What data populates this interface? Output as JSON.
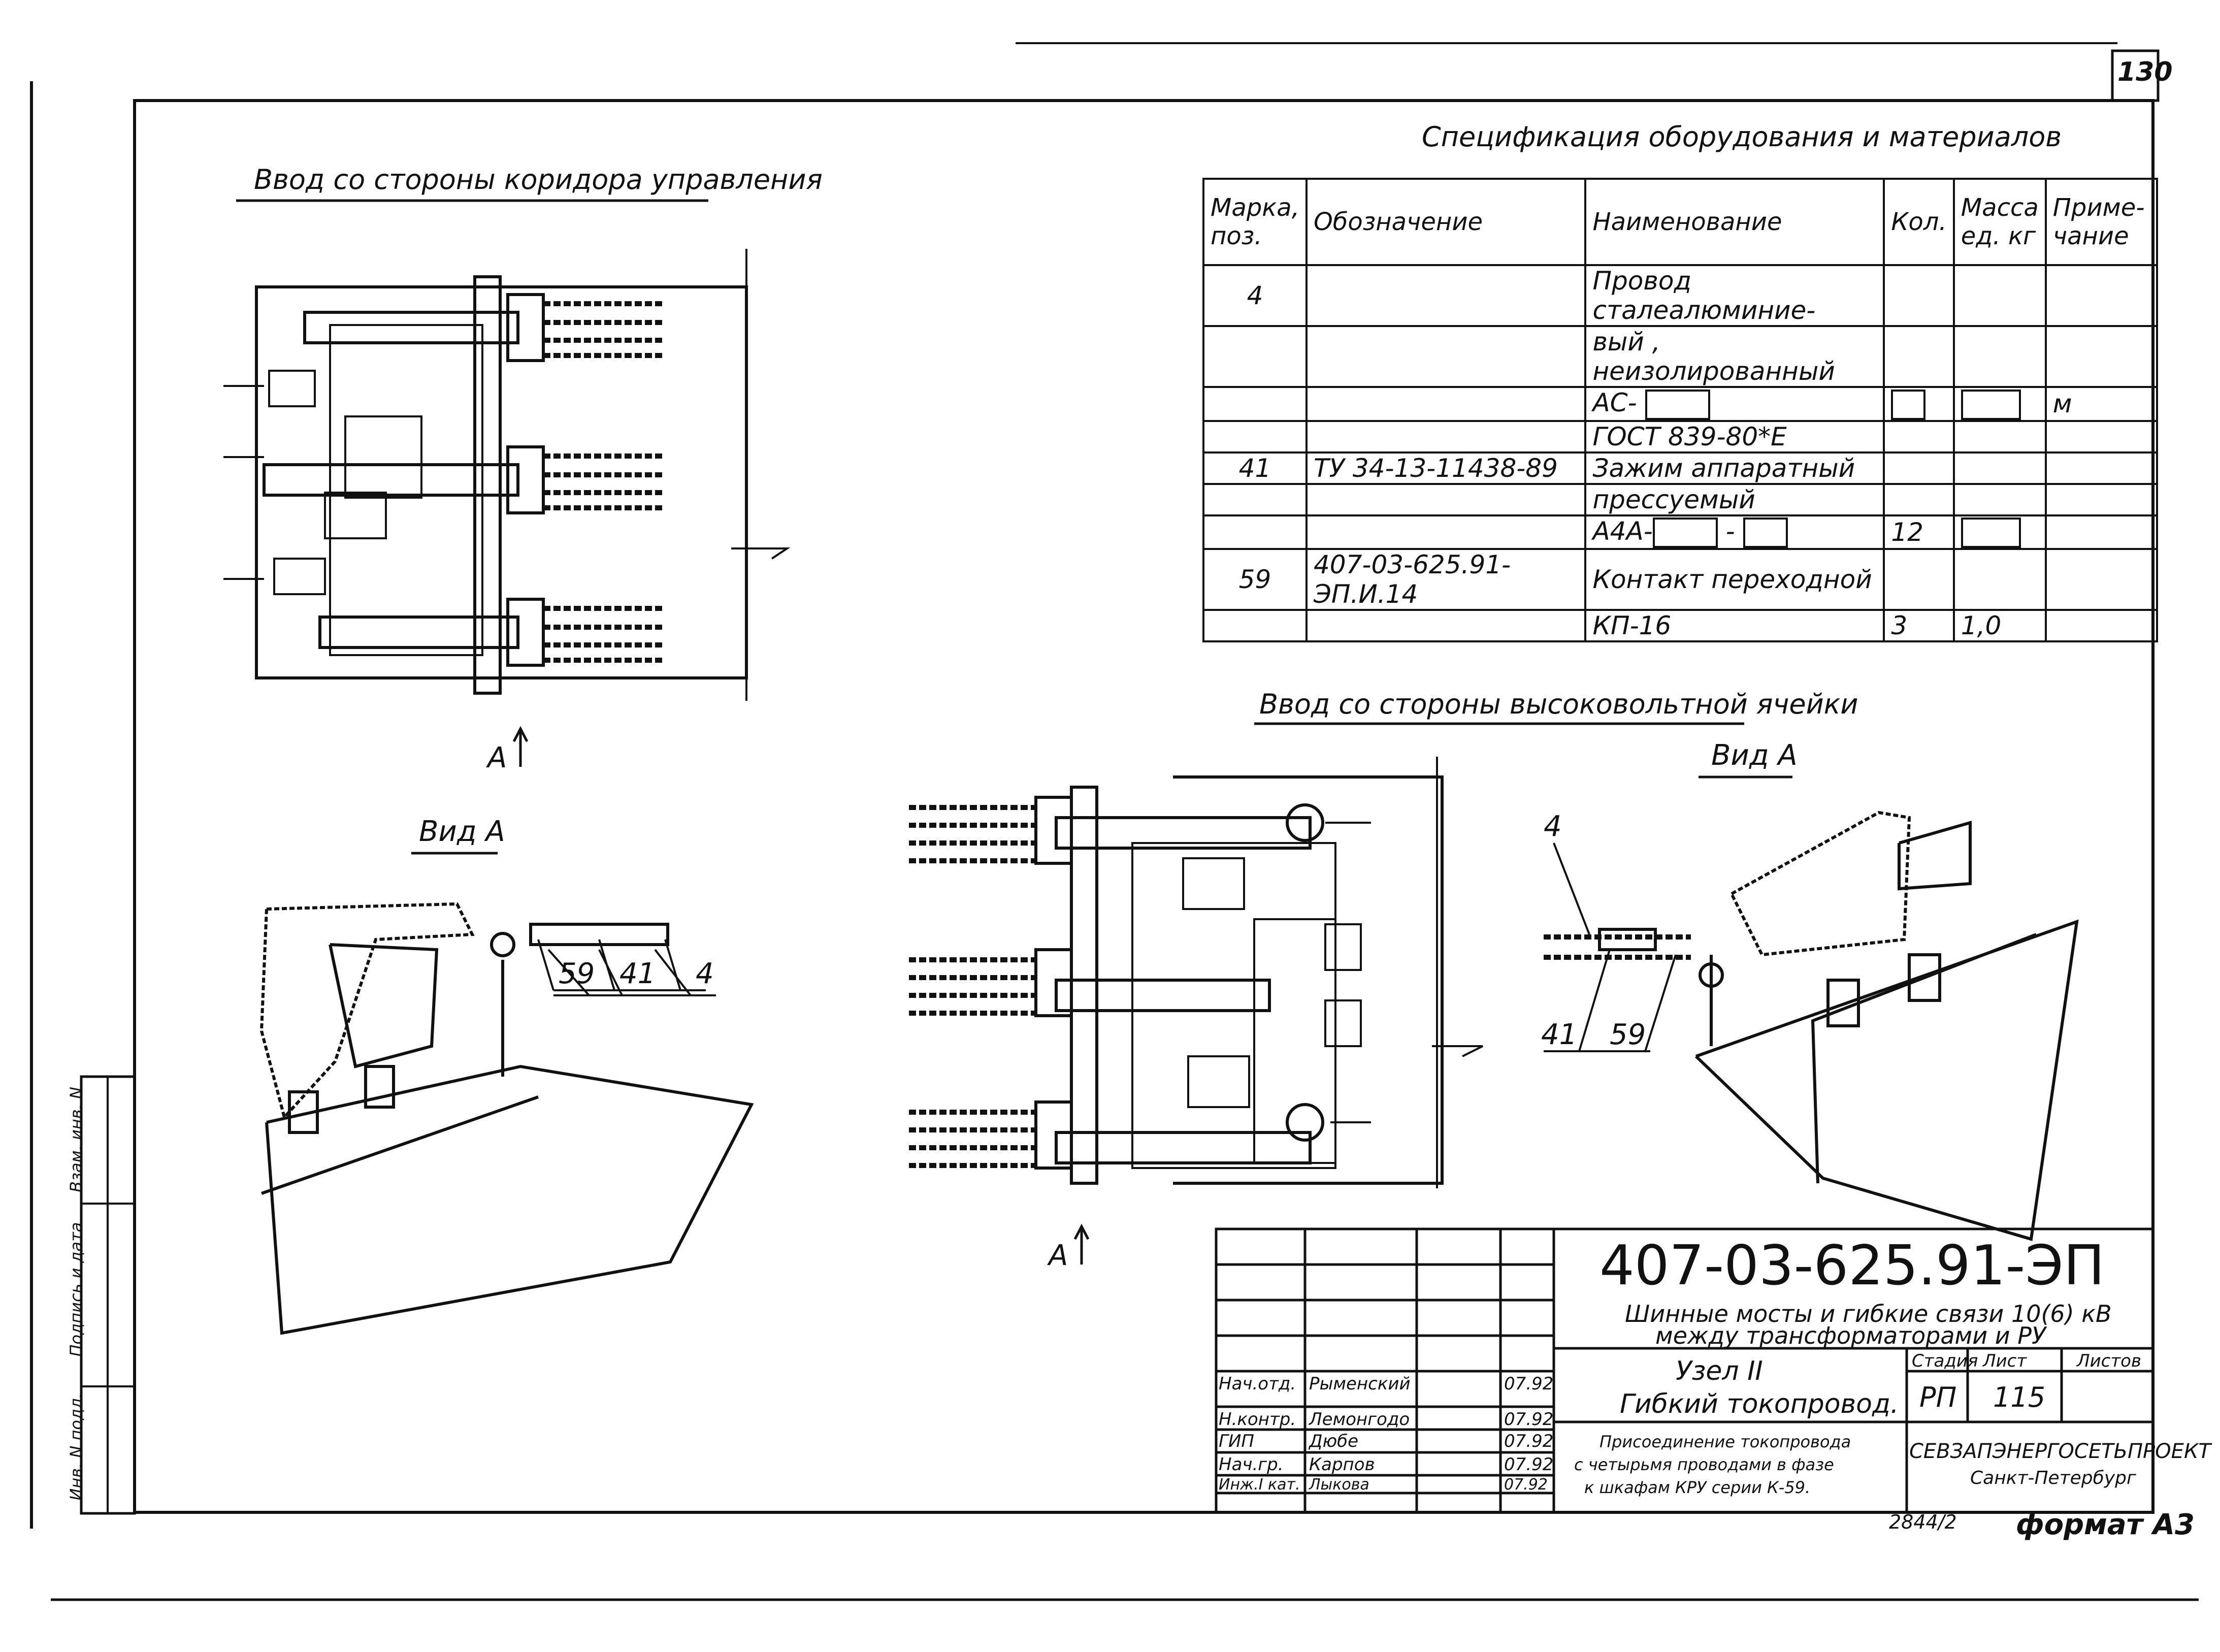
{
  "sheet": {
    "page_number": "130",
    "format": "формат А3",
    "copy_number": "2844/2"
  },
  "titles": {
    "spec_title": "Спецификация оборудования и материалов",
    "left_view_title": "Ввод со стороны коридора управления",
    "right_view_title": "Ввод со стороны высоковольтной ячейки",
    "vid_a_left": "Вид А",
    "vid_a_right": "Вид А",
    "arrow_label_left": "А",
    "arrow_label_center": "А"
  },
  "callouts": {
    "left": [
      "59",
      "41",
      "4"
    ],
    "right": [
      "4",
      "41",
      "59"
    ]
  },
  "spec_table": {
    "headers": [
      "Марка, поз.",
      "Обозначение",
      "Наименование",
      "Кол.",
      "Масса ед. кг",
      "Приме- чание"
    ],
    "rows": [
      {
        "pos": "4",
        "designation": "",
        "name": "Провод сталеалюминие-",
        "qty": "",
        "mass": "",
        "note": ""
      },
      {
        "pos": "",
        "designation": "",
        "name": "вый , неизолированный",
        "qty": "",
        "mass": "",
        "note": ""
      },
      {
        "pos": "",
        "designation": "",
        "name": "АС-",
        "qty": "",
        "mass": "",
        "note": "м"
      },
      {
        "pos": "",
        "designation": "",
        "name": "ГОСТ 839-80*Е",
        "qty": "",
        "mass": "",
        "note": ""
      },
      {
        "pos": "41",
        "designation": "ТУ 34-13-11438-89",
        "name": "Зажим аппаратный",
        "qty": "",
        "mass": "",
        "note": ""
      },
      {
        "pos": "",
        "designation": "",
        "name": "прессуемый",
        "qty": "",
        "mass": "",
        "note": ""
      },
      {
        "pos": "",
        "designation": "",
        "name": "А4А-",
        "qty": "12",
        "mass": "",
        "note": ""
      },
      {
        "pos": "59",
        "designation": "407-03-625.91-ЭП.И.14",
        "name": "Контакт переходной",
        "qty": "",
        "mass": "",
        "note": ""
      },
      {
        "pos": "",
        "designation": "",
        "name": "КП-16",
        "qty": "3",
        "mass": "1,0",
        "note": ""
      }
    ]
  },
  "title_block": {
    "doc_code": "407-03-625.91-ЭП",
    "subtitle_line1": "Шинные мосты и гибкие связи 10(6) кВ",
    "subtitle_line2": "между трансформаторами и РУ",
    "node_line1": "Узел  II",
    "node_line2": "Гибкий токопровод.",
    "description_line1": "Присоединение токопровода",
    "description_line2": "с четырьмя проводами в фазе",
    "description_line3": "к шкафам КРУ серии К-59.",
    "stage_label": "Стадия",
    "sheet_label": "Лист",
    "sheets_label": "Листов",
    "stage_value": "РП",
    "sheet_value": "115",
    "organization_line1": "СЕВЗАПЭНЕРГОСЕТЬПРОЕКТ",
    "organization_line2": "Санкт-Петербург",
    "signatures": [
      {
        "role": "Нач.отд.",
        "name": "Рыменский",
        "date": "07.92"
      },
      {
        "role": "Н.контр.",
        "name": "Лемонгодо",
        "date": "07.92"
      },
      {
        "role": "ГИП",
        "name": "Дюбе",
        "date": "07.92"
      },
      {
        "role": "Нач.гр.",
        "name": "Карпов",
        "date": "07.92"
      },
      {
        "role": "Инж.I кат.",
        "name": "Лыкова",
        "date": "07.92"
      }
    ]
  },
  "side_stamp": {
    "cells": [
      "Инв. N подл.",
      "Подпись и дата",
      "Взам. инв. N"
    ]
  },
  "colors": {
    "ink": "#111111",
    "paper": "#ffffff"
  }
}
